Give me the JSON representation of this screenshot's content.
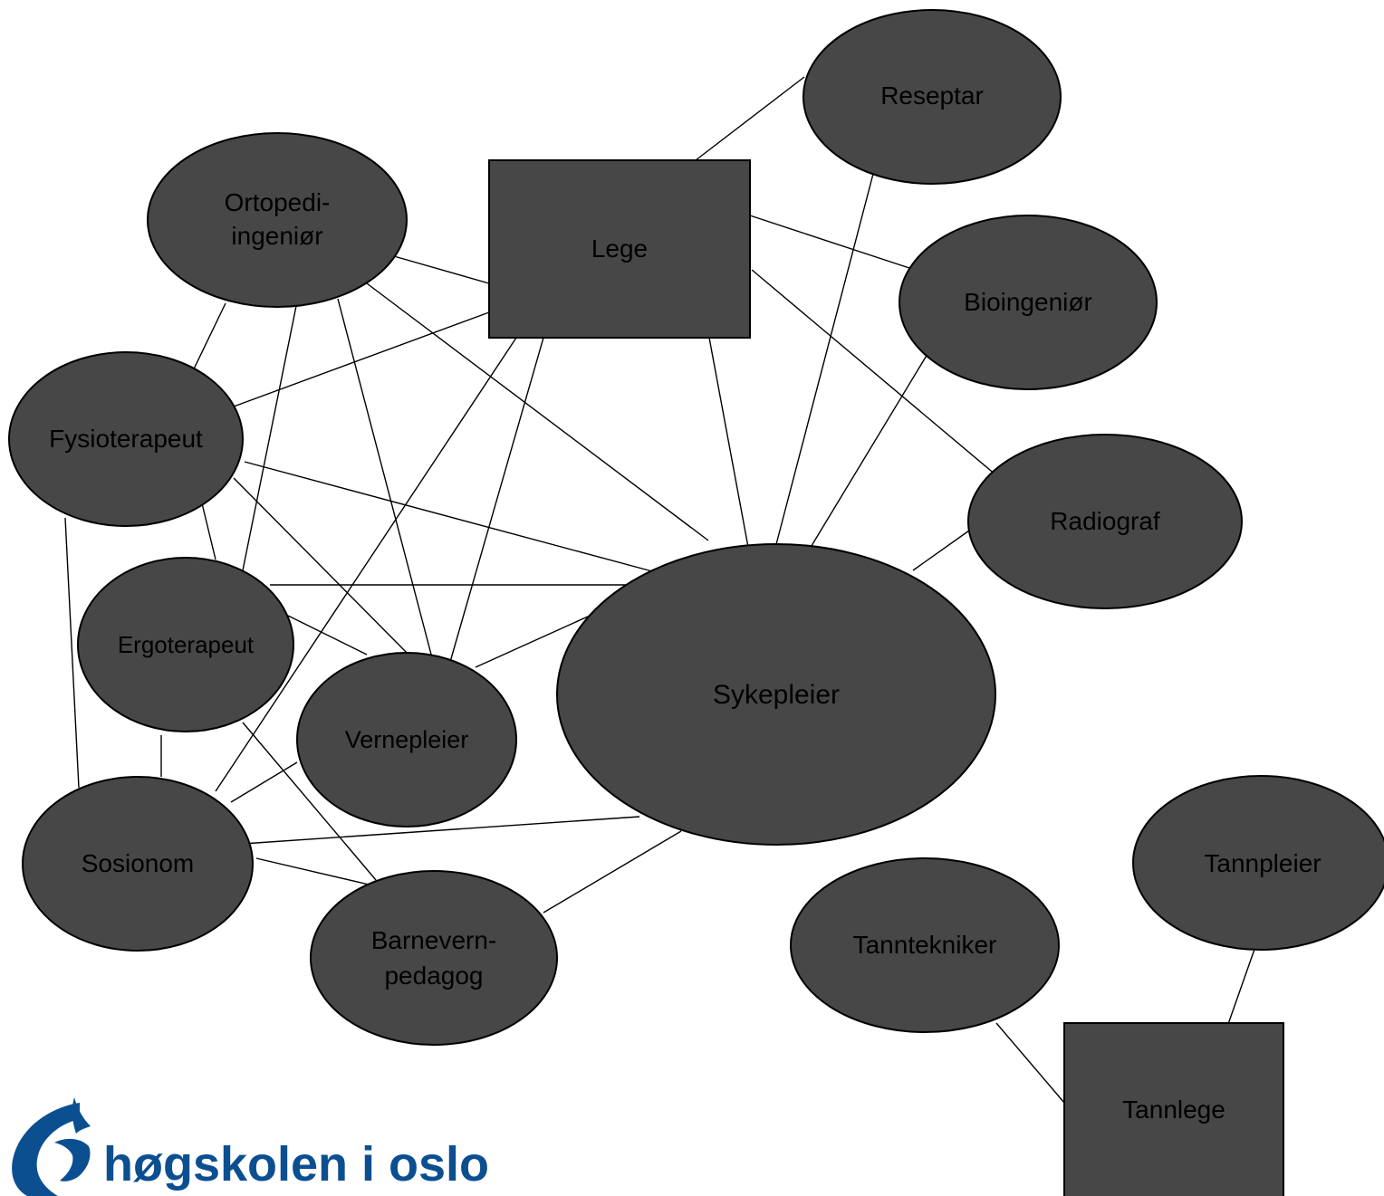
{
  "diagram": {
    "nodes": [
      {
        "id": "reseptar",
        "lines": [
          "Reseptar"
        ],
        "shape": "ellipse"
      },
      {
        "id": "ortopedi",
        "lines": [
          "Ortopedi-",
          "ingeniør"
        ],
        "shape": "ellipse"
      },
      {
        "id": "lege",
        "lines": [
          "Lege"
        ],
        "shape": "rect"
      },
      {
        "id": "bioingenior",
        "lines": [
          "Bioingeniør"
        ],
        "shape": "ellipse"
      },
      {
        "id": "fysioterapeut",
        "lines": [
          "Fysioterapeut"
        ],
        "shape": "ellipse"
      },
      {
        "id": "radiograf",
        "lines": [
          "Radiograf"
        ],
        "shape": "ellipse"
      },
      {
        "id": "ergoterapeut",
        "lines": [
          "Ergoterapeut"
        ],
        "shape": "ellipse"
      },
      {
        "id": "vernepleier",
        "lines": [
          "Vernepleier"
        ],
        "shape": "ellipse"
      },
      {
        "id": "sykepleier",
        "lines": [
          "Sykepleier"
        ],
        "shape": "ellipse"
      },
      {
        "id": "sosionom",
        "lines": [
          "Sosionom"
        ],
        "shape": "ellipse"
      },
      {
        "id": "barnevern",
        "lines": [
          "Barnevern-",
          "pedagog"
        ],
        "shape": "ellipse"
      },
      {
        "id": "tannpleier",
        "lines": [
          "Tannpleier"
        ],
        "shape": "ellipse"
      },
      {
        "id": "tanntekniker",
        "lines": [
          "Tanntekniker"
        ],
        "shape": "ellipse"
      },
      {
        "id": "tannlege",
        "lines": [
          "Tannlege"
        ],
        "shape": "rect"
      }
    ]
  },
  "logo": {
    "text": "høgskolen i oslo",
    "color": "#0b4f91"
  },
  "colors": {
    "node_fill": "#474747",
    "edge": "#000000"
  }
}
